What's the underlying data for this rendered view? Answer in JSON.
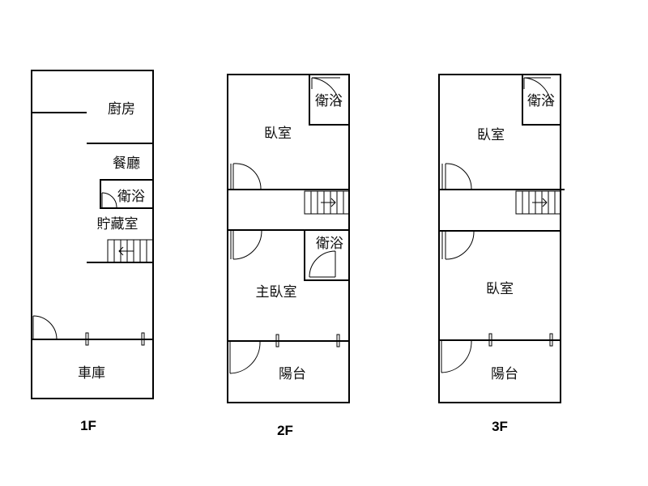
{
  "floors": [
    {
      "label": "1F",
      "rooms": {
        "kitchen": "廚房",
        "dining": "餐廳",
        "bath": "衛浴",
        "storage": "貯藏室",
        "garage": "車庫"
      }
    },
    {
      "label": "2F",
      "rooms": {
        "bath_top": "衛浴",
        "bedroom": "臥室",
        "bath_mid": "衛浴",
        "master": "主臥室",
        "balcony": "陽台"
      }
    },
    {
      "label": "3F",
      "rooms": {
        "bath_top": "衛浴",
        "bedroom_top": "臥室",
        "bedroom_mid": "臥室",
        "balcony": "陽台"
      }
    }
  ],
  "colors": {
    "line": "#000000",
    "background": "#ffffff"
  }
}
